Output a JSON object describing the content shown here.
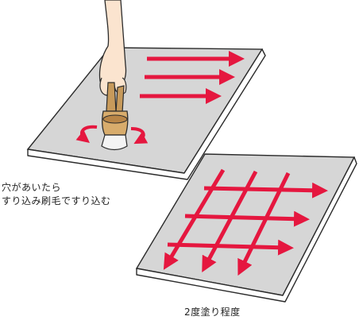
{
  "captions": {
    "step1_line1": "穴があいたら",
    "step1_line2": "すり込み刷毛ですり込む",
    "step2": "2度塗り程度"
  },
  "colors": {
    "board_face": "#d6d6d6",
    "board_edge": "#ffffff",
    "outline": "#2b2b2b",
    "arrow_red": "#e5173f",
    "skin": "#fbe4cf",
    "brush_wood": "#c79a5b",
    "brush_bristles": "#f4f4f4"
  },
  "icons": {
    "stroke_arrows": "right-arrow-icon",
    "circular_arrows": "rotate-arrow-icon",
    "grid_arrows": "crosshatch-arrow-icon"
  }
}
